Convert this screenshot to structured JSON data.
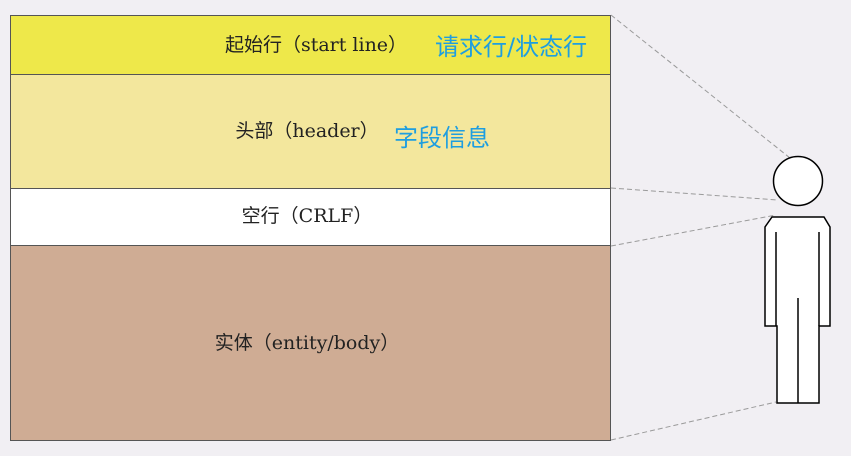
{
  "colors": {
    "background": "#f1eff3",
    "start_line_fill": "#eee84a",
    "header_fill": "#f3e79d",
    "crlf_fill": "#ffffff",
    "body_fill": "#cfac94",
    "note_color": "#1e9ee0",
    "outline": "#555555"
  },
  "sections": {
    "start_line": {
      "label": "起始行（start line）",
      "note": "请求行/状态行"
    },
    "header": {
      "label": "头部（header）",
      "note": "字段信息"
    },
    "crlf": {
      "label": "空行（CRLF）"
    },
    "body": {
      "label": "实体（entity/body）"
    }
  },
  "figure": {
    "icon": "person-icon"
  }
}
